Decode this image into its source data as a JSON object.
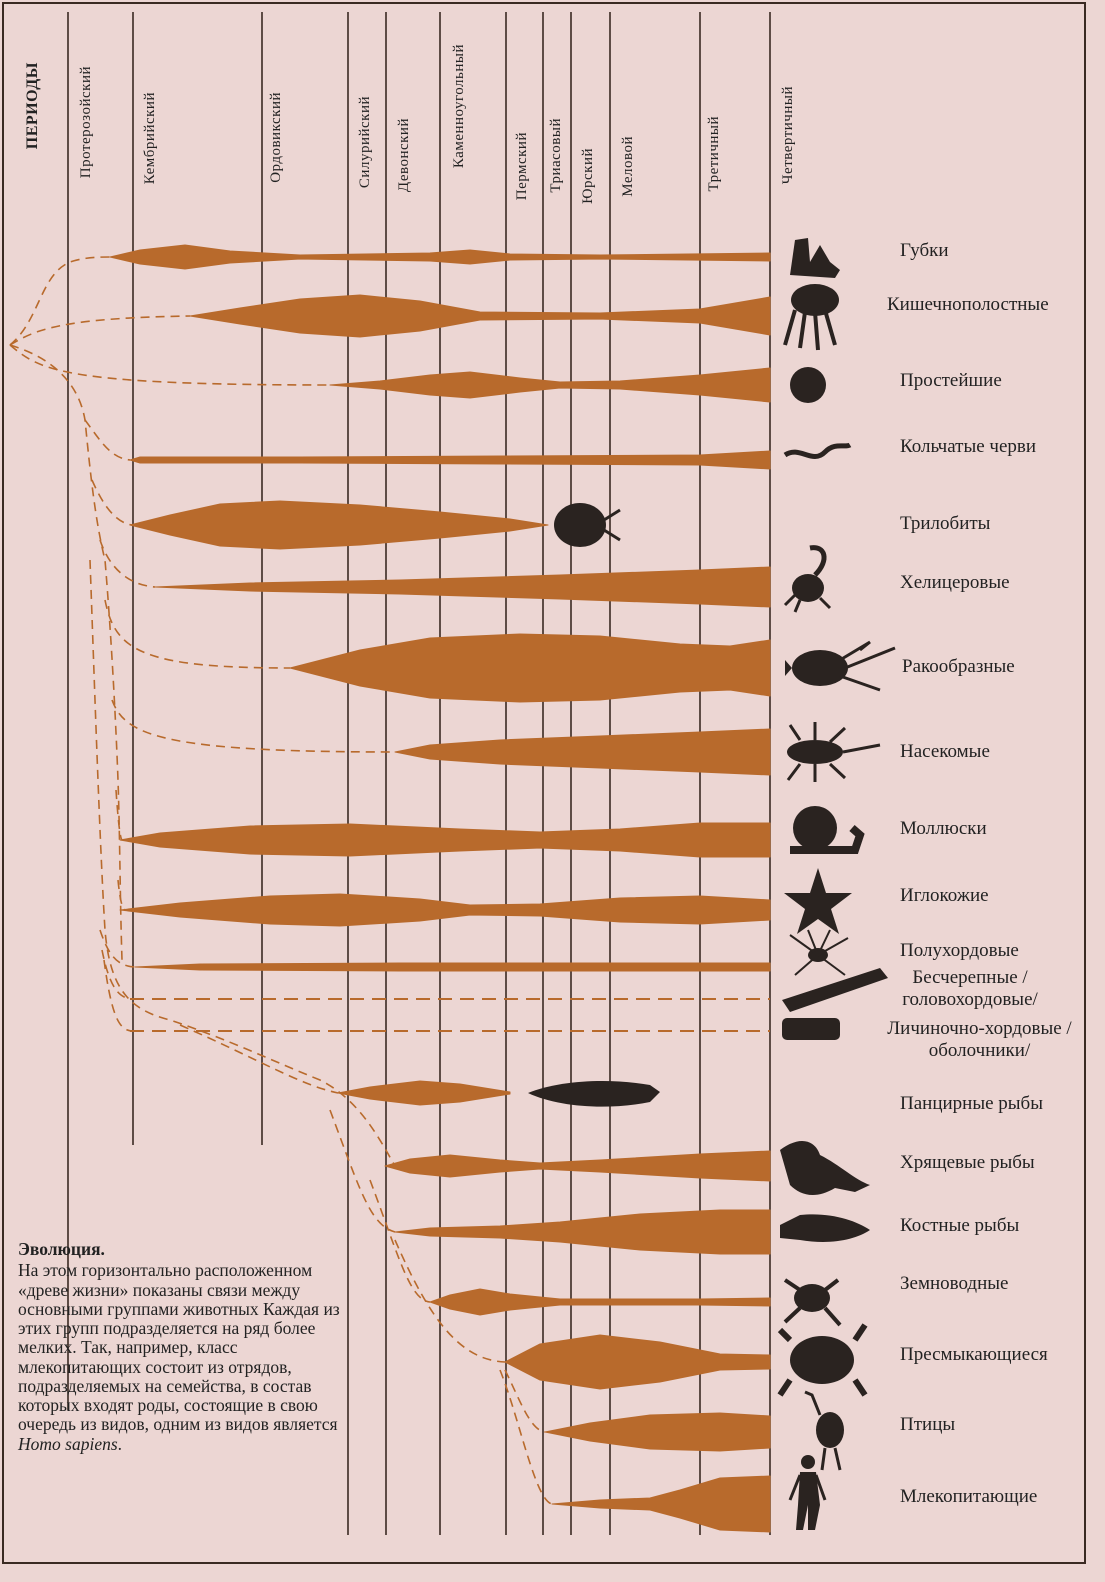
{
  "colors": {
    "background": "#ecd6d3",
    "branch": "#b86a2c",
    "line": "#3a2a22",
    "silhouette": "#2a2320"
  },
  "periods": {
    "header": "ПЕРИОДЫ",
    "list": [
      "Протерозойский",
      "Кембрийский",
      "Ордовикский",
      "Силурийский",
      "Девонский",
      "Каменноугольный",
      "Пермский",
      "Триасовый",
      "Юрский",
      "Меловой",
      "Третичный",
      "Четвертичный"
    ]
  },
  "groups": [
    {
      "label": "Губки",
      "icon": "sponge-icon"
    },
    {
      "label": "Кишечнополостные",
      "icon": "jellyfish-icon"
    },
    {
      "label": "Простейшие",
      "icon": "protozoa-icon"
    },
    {
      "label": "Кольчатые черви",
      "icon": "worm-icon"
    },
    {
      "label": "Трилобиты",
      "icon": "trilobite-icon"
    },
    {
      "label": "Хелицеровые",
      "icon": "scorpion-icon"
    },
    {
      "label": "Ракообразные",
      "icon": "lobster-icon"
    },
    {
      "label": "Насекомые",
      "icon": "insect-icon"
    },
    {
      "label": "Моллюски",
      "icon": "snail-icon"
    },
    {
      "label": "Иглокожие",
      "icon": "starfish-icon"
    },
    {
      "label": "Полухордовые",
      "icon": "spider-icon"
    },
    {
      "label": "Бесчерепные /головохордовые/",
      "icon": "lancelet-icon"
    },
    {
      "label": "Личиночно-хордовые /оболочники/",
      "icon": "tunicate-icon"
    },
    {
      "label": "Панцирные рыбы",
      "icon": "armored-fish-icon"
    },
    {
      "label": "Хрящевые рыбы",
      "icon": "shark-icon"
    },
    {
      "label": "Костные рыбы",
      "icon": "bony-fish-icon"
    },
    {
      "label": "Земноводные",
      "icon": "frog-icon"
    },
    {
      "label": "Пресмыкающиеся",
      "icon": "turtle-icon"
    },
    {
      "label": "Птицы",
      "icon": "bird-icon"
    },
    {
      "label": "Млекопитающие",
      "icon": "human-icon"
    }
  ],
  "caption": {
    "title": "Эволюция.",
    "text": "На этом горизонтально расположенном «древе жизни» показаны связи между основными группами животных Каждая из этих групп подразделяется на ряд более мелких. Так, например, класс млекопитающих состоит из отрядов, подразделяемых на семейства, в состав которых входят роды, состоящие в свою очередь из видов, одним из видов является",
    "species": "Homo sapiens",
    "end": "."
  }
}
